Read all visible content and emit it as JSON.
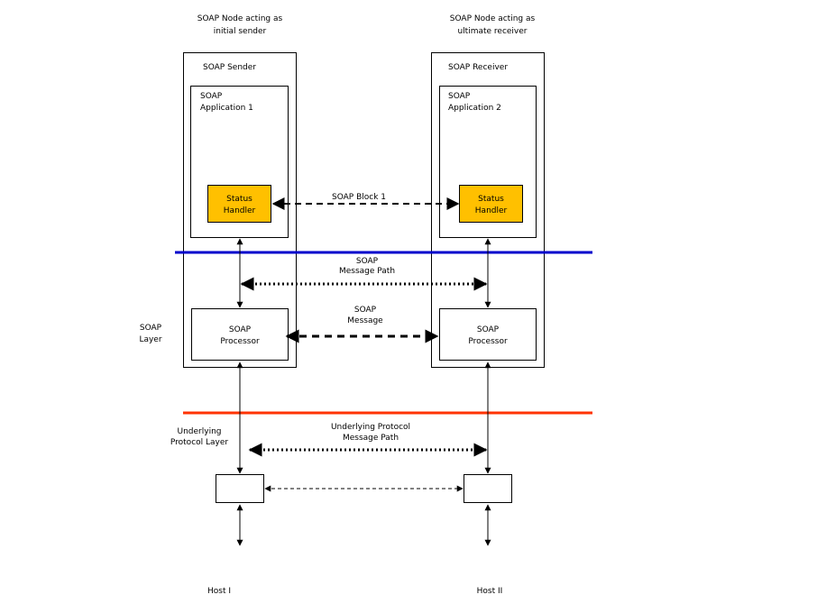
{
  "labels": {
    "initial_sender_line1": "SOAP Node acting as",
    "initial_sender_line2": "initial sender",
    "ultimate_receiver_line1": "SOAP Node acting as",
    "ultimate_receiver_line2": "ultimate receiver",
    "soap_sender": "SOAP Sender",
    "soap_receiver": "SOAP Receiver",
    "app1_line1": "SOAP",
    "app1_line2": "Application 1",
    "app2_line1": "SOAP",
    "app2_line2": "Application 2",
    "status_handler_line1": "Status",
    "status_handler_line2": "Handler",
    "soap_block": "SOAP Block 1",
    "message_path_line1": "SOAP",
    "message_path_line2": "Message Path",
    "soap_message_line1": "SOAP",
    "soap_message_line2": "Message",
    "processor_line1": "SOAP",
    "processor_line2": "Processor",
    "soap_layer_line1": "SOAP",
    "soap_layer_line2": "Layer",
    "underlying_layer_line1": "Underlying",
    "underlying_layer_line2": "Protocol Layer",
    "underlying_path_line1": "Underlying Protocol",
    "underlying_path_line2": "Message Path",
    "host1": "Host I",
    "host2": "Host II"
  },
  "colors": {
    "status_handler_fill": "#FFC000",
    "soap_layer_line": "#0000CC",
    "protocol_layer_line": "#FF3300"
  }
}
